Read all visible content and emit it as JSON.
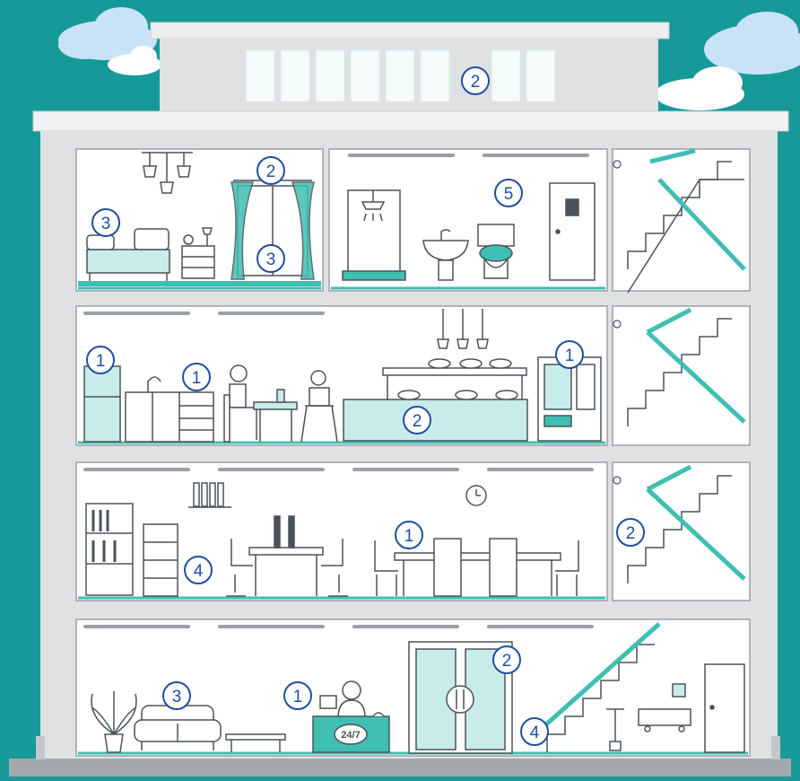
{
  "colors": {
    "sky": "#17999a",
    "building": "#dfe1e2",
    "room": "#ffffff",
    "line": "#4a5359",
    "accent": "#3fbfb2",
    "accent_light": "#c8ece9",
    "marker_stroke": "#1f4f9e",
    "marker_fill": "#ffffff",
    "cloud": "#c9e3f6",
    "ground": "#a3a8ab"
  },
  "markers": [
    {
      "label": "2",
      "room": "roof-skylight"
    },
    {
      "label": "2",
      "room": "bedroom-window"
    },
    {
      "label": "3",
      "room": "bedroom-bed"
    },
    {
      "label": "3",
      "room": "bedroom-curtains"
    },
    {
      "label": "5",
      "room": "bathroom"
    },
    {
      "label": "1",
      "room": "kitchen-fridge"
    },
    {
      "label": "1",
      "room": "kitchen-cabinet"
    },
    {
      "label": "2",
      "room": "canteen-counter"
    },
    {
      "label": "1",
      "room": "vending-machine"
    },
    {
      "label": "2",
      "room": "stairwell"
    },
    {
      "label": "1",
      "room": "dining-table"
    },
    {
      "label": "4",
      "room": "office-cabinet"
    },
    {
      "label": "3",
      "room": "lobby-sofa"
    },
    {
      "label": "1",
      "room": "reception-desk"
    },
    {
      "label": "2",
      "room": "entrance-door"
    },
    {
      "label": "4",
      "room": "lobby-stairs"
    }
  ],
  "reception": {
    "sign": "24/7"
  }
}
